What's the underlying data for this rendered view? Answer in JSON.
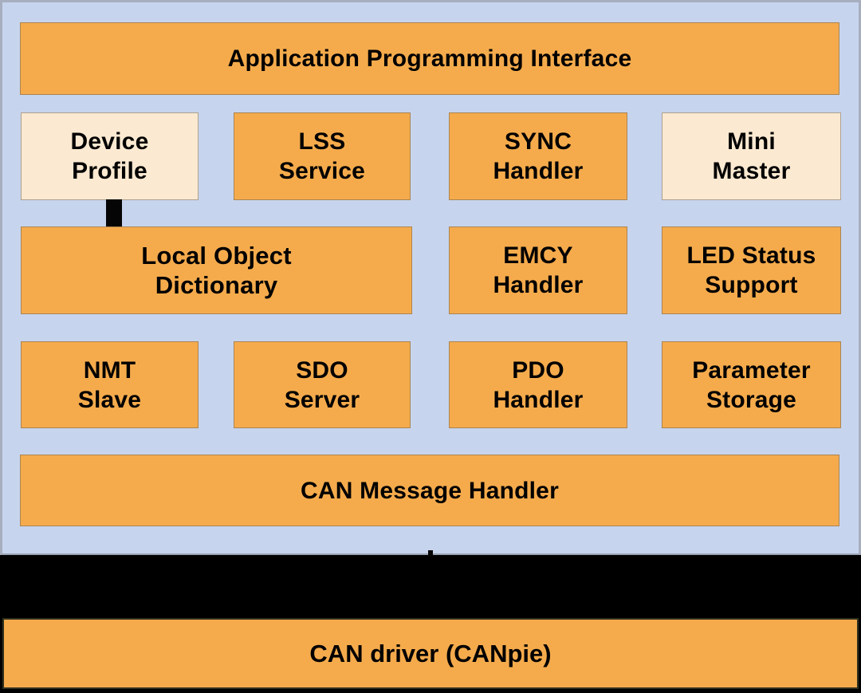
{
  "colors": {
    "panel_blue": "#c7d4ed",
    "module_orange": "#f5ab4c",
    "module_cream": "#fce9d1",
    "hardware_band_black": "#000000",
    "text": "#000000"
  },
  "api": {
    "label": "Application Programming Interface"
  },
  "row2": [
    {
      "line1": "Device",
      "line2": "Profile"
    },
    {
      "line1": "LSS",
      "line2": "Service"
    },
    {
      "line1": "SYNC",
      "line2": "Handler"
    },
    {
      "line1": "Mini",
      "line2": "Master"
    }
  ],
  "row3": [
    {
      "line1": "Local Object",
      "line2": "Dictionary"
    },
    {
      "line1": "EMCY",
      "line2": "Handler"
    },
    {
      "line1": "LED Status",
      "line2": "Support"
    }
  ],
  "row4": [
    {
      "line1": "NMT",
      "line2": "Slave"
    },
    {
      "line1": "SDO",
      "line2": "Server"
    },
    {
      "line1": "PDO",
      "line2": "Handler"
    },
    {
      "line1": "Parameter",
      "line2": "Storage"
    }
  ],
  "can_message_handler": {
    "label": "CAN Message Handler"
  },
  "can_driver": {
    "label": "CAN driver (CANpie)"
  }
}
